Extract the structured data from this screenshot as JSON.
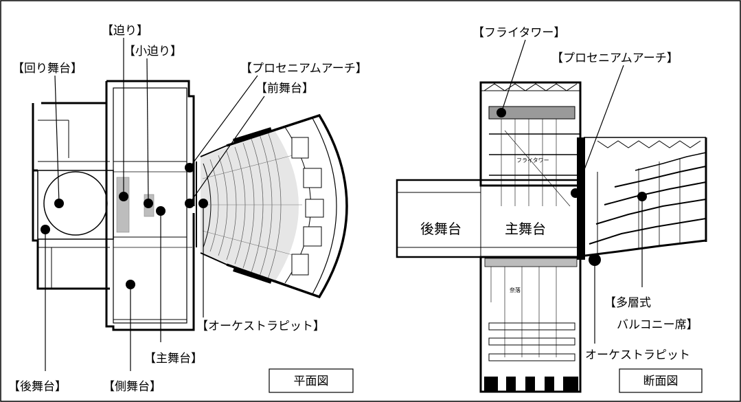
{
  "plan": {
    "title_box": "平面図",
    "labels": {
      "seri": "【迫り】",
      "ko_seri": "【小迫り】",
      "mawari_butai": "【回り舞台】",
      "proscenium_arch": "【プロセニアムアーチ】",
      "mae_butai": "【前舞台】",
      "orchestra_pit": "【オーケストラピット】",
      "shu_butai": "【主舞台】",
      "ushiro_butai": "【後舞台】",
      "soku_butai": "【側舞台】"
    }
  },
  "section": {
    "title_box": "断面図",
    "labels": {
      "fly_tower": "【フライタワー】",
      "proscenium_arch": "【プロセニアムアーチ】",
      "balcony_1": "【多層式",
      "balcony_2": "バルコニー席】",
      "orchestra_pit": "オーケストラピット",
      "ushiro_butai": "後舞台",
      "shu_butai": "主舞台"
    },
    "small_labels": {
      "fly_tower_small": "フライタワー",
      "naraku": "奈落"
    }
  }
}
